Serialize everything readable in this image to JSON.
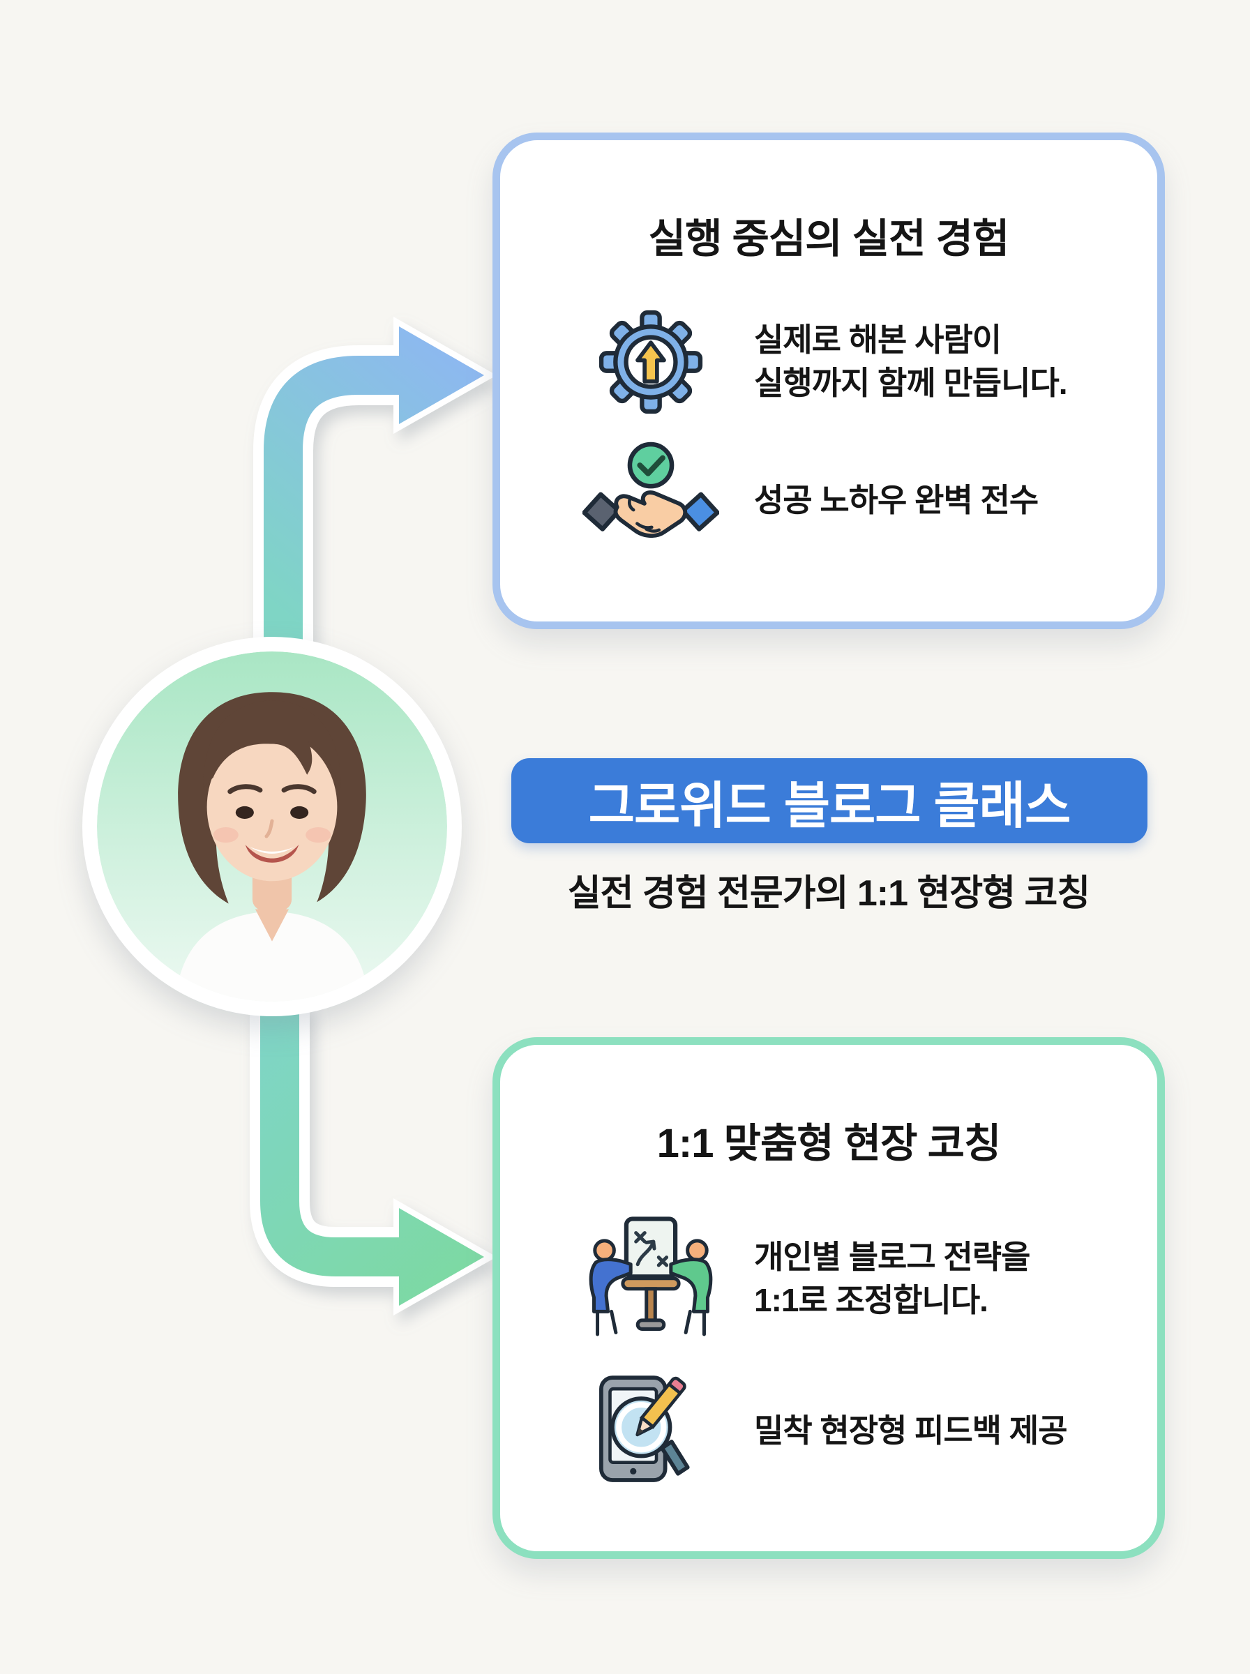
{
  "center": {
    "banner_title": "그로위드 블로그 클래스",
    "subtitle": "실전 경험 전문가의 1:1 현장형 코칭"
  },
  "top_card": {
    "title": "실행 중심의 실전 경험",
    "items": [
      {
        "icon": "gear-up-arrow-icon",
        "lines": [
          "실제로 해본 사람이",
          "실행까지 함께 만듭니다."
        ]
      },
      {
        "icon": "handshake-check-icon",
        "lines": [
          "성공 노하우 완벽 전수"
        ]
      }
    ]
  },
  "bottom_card": {
    "title": "1:1 맞춤형 현장 코칭",
    "items": [
      {
        "icon": "strategy-meeting-icon",
        "lines": [
          "개인별 블로그 전략을",
          "1:1로 조정합니다."
        ]
      },
      {
        "icon": "tablet-review-icon",
        "lines": [
          "밀착 현장형 피드백 제공"
        ]
      }
    ]
  },
  "avatar": {
    "description": "instructor portrait, short brown hair, white top, mint background"
  },
  "colors": {
    "background": "#f7f6f2",
    "card_top_border": "#a7c4ef",
    "card_top_highlight": "#d9e8fb",
    "card_bottom_border": "#8ce0bf",
    "card_bottom_highlight": "#c9ecd9",
    "banner_blue": "#3b7cd9",
    "banner_text": "#ffffff",
    "text": "#151515",
    "arrow_teal": "#7fd5c5",
    "arrow_blue": "#8db8f0",
    "arrow_green": "#7dd9a3"
  }
}
